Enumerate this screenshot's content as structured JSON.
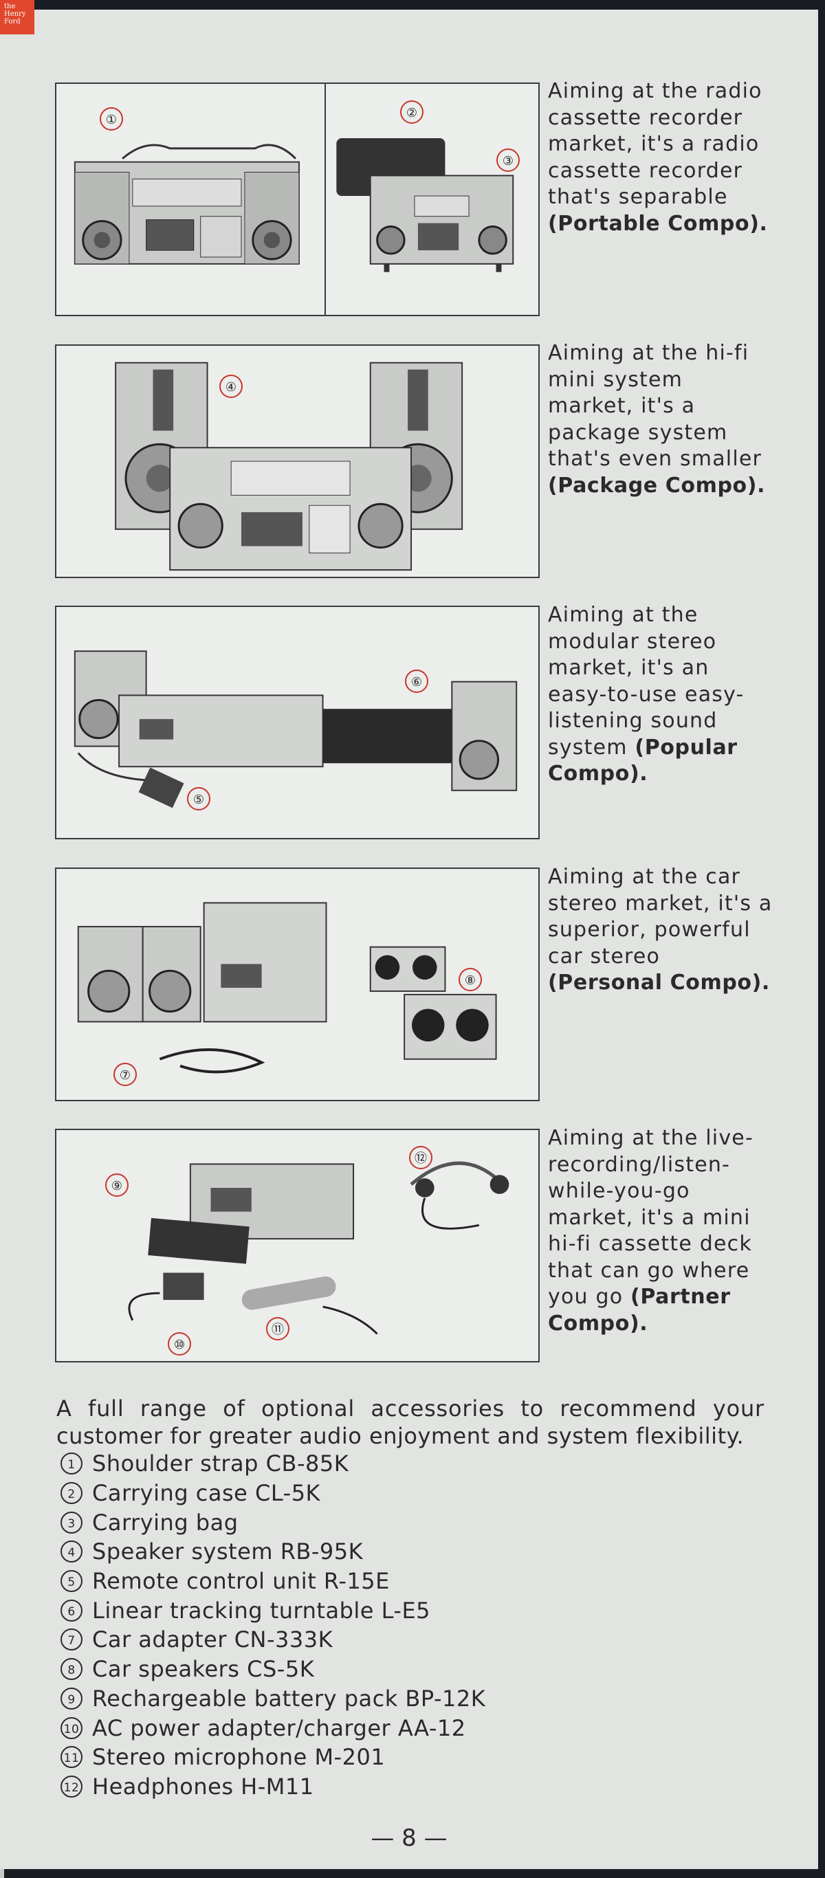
{
  "logo": {
    "line1": "the",
    "line2": "Henry",
    "line3": "Ford"
  },
  "sections": [
    {
      "caption": "Aiming at the radio cassette recorder market, it's a radio cassette recorder that's separable",
      "product": "(Portable Compo).",
      "callouts": [
        "①",
        "②",
        "③"
      ]
    },
    {
      "caption": "Aiming at the hi-fi mini system market, it's a package system that's even smaller",
      "product": "(Package Compo).",
      "callouts": [
        "④"
      ]
    },
    {
      "caption": "Aiming at the modular stereo market, it's an easy-to-use easy-listening sound system",
      "product": "(Popular Compo).",
      "callouts": [
        "⑤",
        "⑥"
      ]
    },
    {
      "caption": "Aiming at the car stereo market, it's a superior, powerful car stereo",
      "product": "(Personal Compo).",
      "callouts": [
        "⑦",
        "⑧"
      ]
    },
    {
      "caption": "Aiming at the live-recording/listen-while-you-go market, it's a mini hi-fi cassette deck that can go where you go",
      "product": "(Partner Compo).",
      "callouts": [
        "⑨",
        "⑩",
        "⑪",
        "⑫"
      ]
    }
  ],
  "intro_line1": "A full range of optional accessories to recommend your",
  "intro_line2": "customer for greater audio enjoyment and system flexibility.",
  "accessories": [
    {
      "num": "1",
      "label": "Shoulder strap CB-85K"
    },
    {
      "num": "2",
      "label": "Carrying case CL-5K"
    },
    {
      "num": "3",
      "label": "Carrying bag"
    },
    {
      "num": "4",
      "label": "Speaker system RB-95K"
    },
    {
      "num": "5",
      "label": "Remote control unit R-15E"
    },
    {
      "num": "6",
      "label": "Linear tracking turntable L-E5"
    },
    {
      "num": "7",
      "label": "Car adapter CN-333K"
    },
    {
      "num": "8",
      "label": "Car speakers CS-5K"
    },
    {
      "num": "9",
      "label": "Rechargeable battery pack BP-12K"
    },
    {
      "num": "10",
      "label": "AC power adapter/charger AA-12"
    },
    {
      "num": "11",
      "label": "Stereo microphone M-201"
    },
    {
      "num": "12",
      "label": "Headphones H-M11"
    }
  ],
  "page_number": "— 8 —"
}
